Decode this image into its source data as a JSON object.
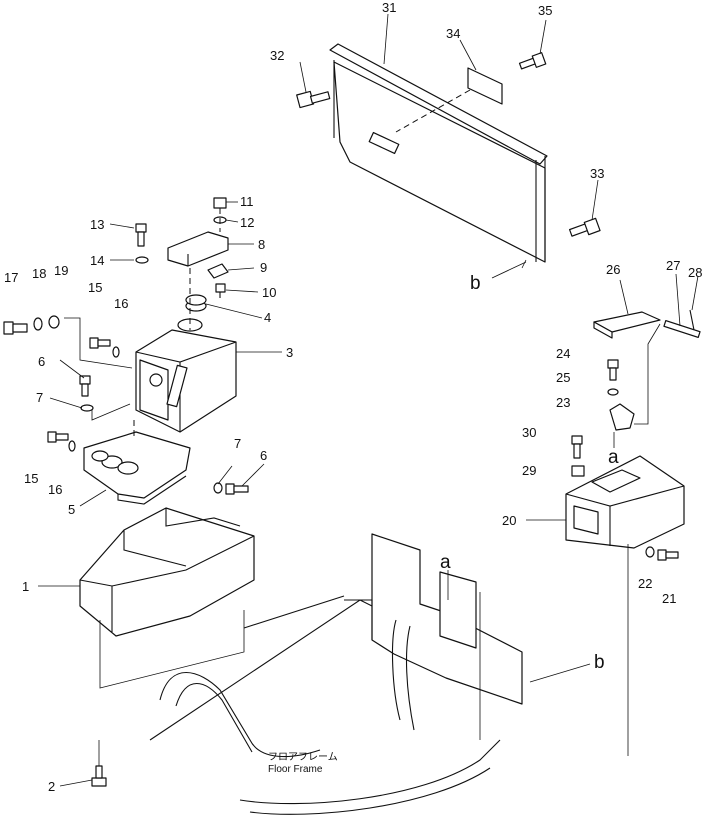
{
  "callouts": [
    {
      "id": "c1",
      "text": "1"
    },
    {
      "id": "c2",
      "text": "2"
    },
    {
      "id": "c3",
      "text": "3"
    },
    {
      "id": "c4",
      "text": "4"
    },
    {
      "id": "c5",
      "text": "5"
    },
    {
      "id": "c6a",
      "text": "6"
    },
    {
      "id": "c6b",
      "text": "6"
    },
    {
      "id": "c7a",
      "text": "7"
    },
    {
      "id": "c7b",
      "text": "7"
    },
    {
      "id": "c8",
      "text": "8"
    },
    {
      "id": "c9",
      "text": "9"
    },
    {
      "id": "c10",
      "text": "10"
    },
    {
      "id": "c11",
      "text": "11"
    },
    {
      "id": "c12",
      "text": "12"
    },
    {
      "id": "c13",
      "text": "13"
    },
    {
      "id": "c14",
      "text": "14"
    },
    {
      "id": "c15a",
      "text": "15"
    },
    {
      "id": "c15b",
      "text": "15"
    },
    {
      "id": "c16a",
      "text": "16"
    },
    {
      "id": "c16b",
      "text": "16"
    },
    {
      "id": "c17",
      "text": "17"
    },
    {
      "id": "c18",
      "text": "18"
    },
    {
      "id": "c19",
      "text": "19"
    },
    {
      "id": "c20",
      "text": "20"
    },
    {
      "id": "c21",
      "text": "21"
    },
    {
      "id": "c22",
      "text": "22"
    },
    {
      "id": "c23",
      "text": "23"
    },
    {
      "id": "c24",
      "text": "24"
    },
    {
      "id": "c25",
      "text": "25"
    },
    {
      "id": "c26",
      "text": "26"
    },
    {
      "id": "c27",
      "text": "27"
    },
    {
      "id": "c28",
      "text": "28"
    },
    {
      "id": "c29",
      "text": "29"
    },
    {
      "id": "c30",
      "text": "30"
    },
    {
      "id": "c31",
      "text": "31"
    },
    {
      "id": "c32",
      "text": "32"
    },
    {
      "id": "c33",
      "text": "33"
    },
    {
      "id": "c34",
      "text": "34"
    },
    {
      "id": "c35",
      "text": "35"
    }
  ],
  "refs": {
    "a_top": "a",
    "a_bottom": "a",
    "b_top": "b",
    "b_bottom": "b"
  },
  "caption": {
    "japanese": "フロアフレーム",
    "english": "Floor Frame"
  }
}
